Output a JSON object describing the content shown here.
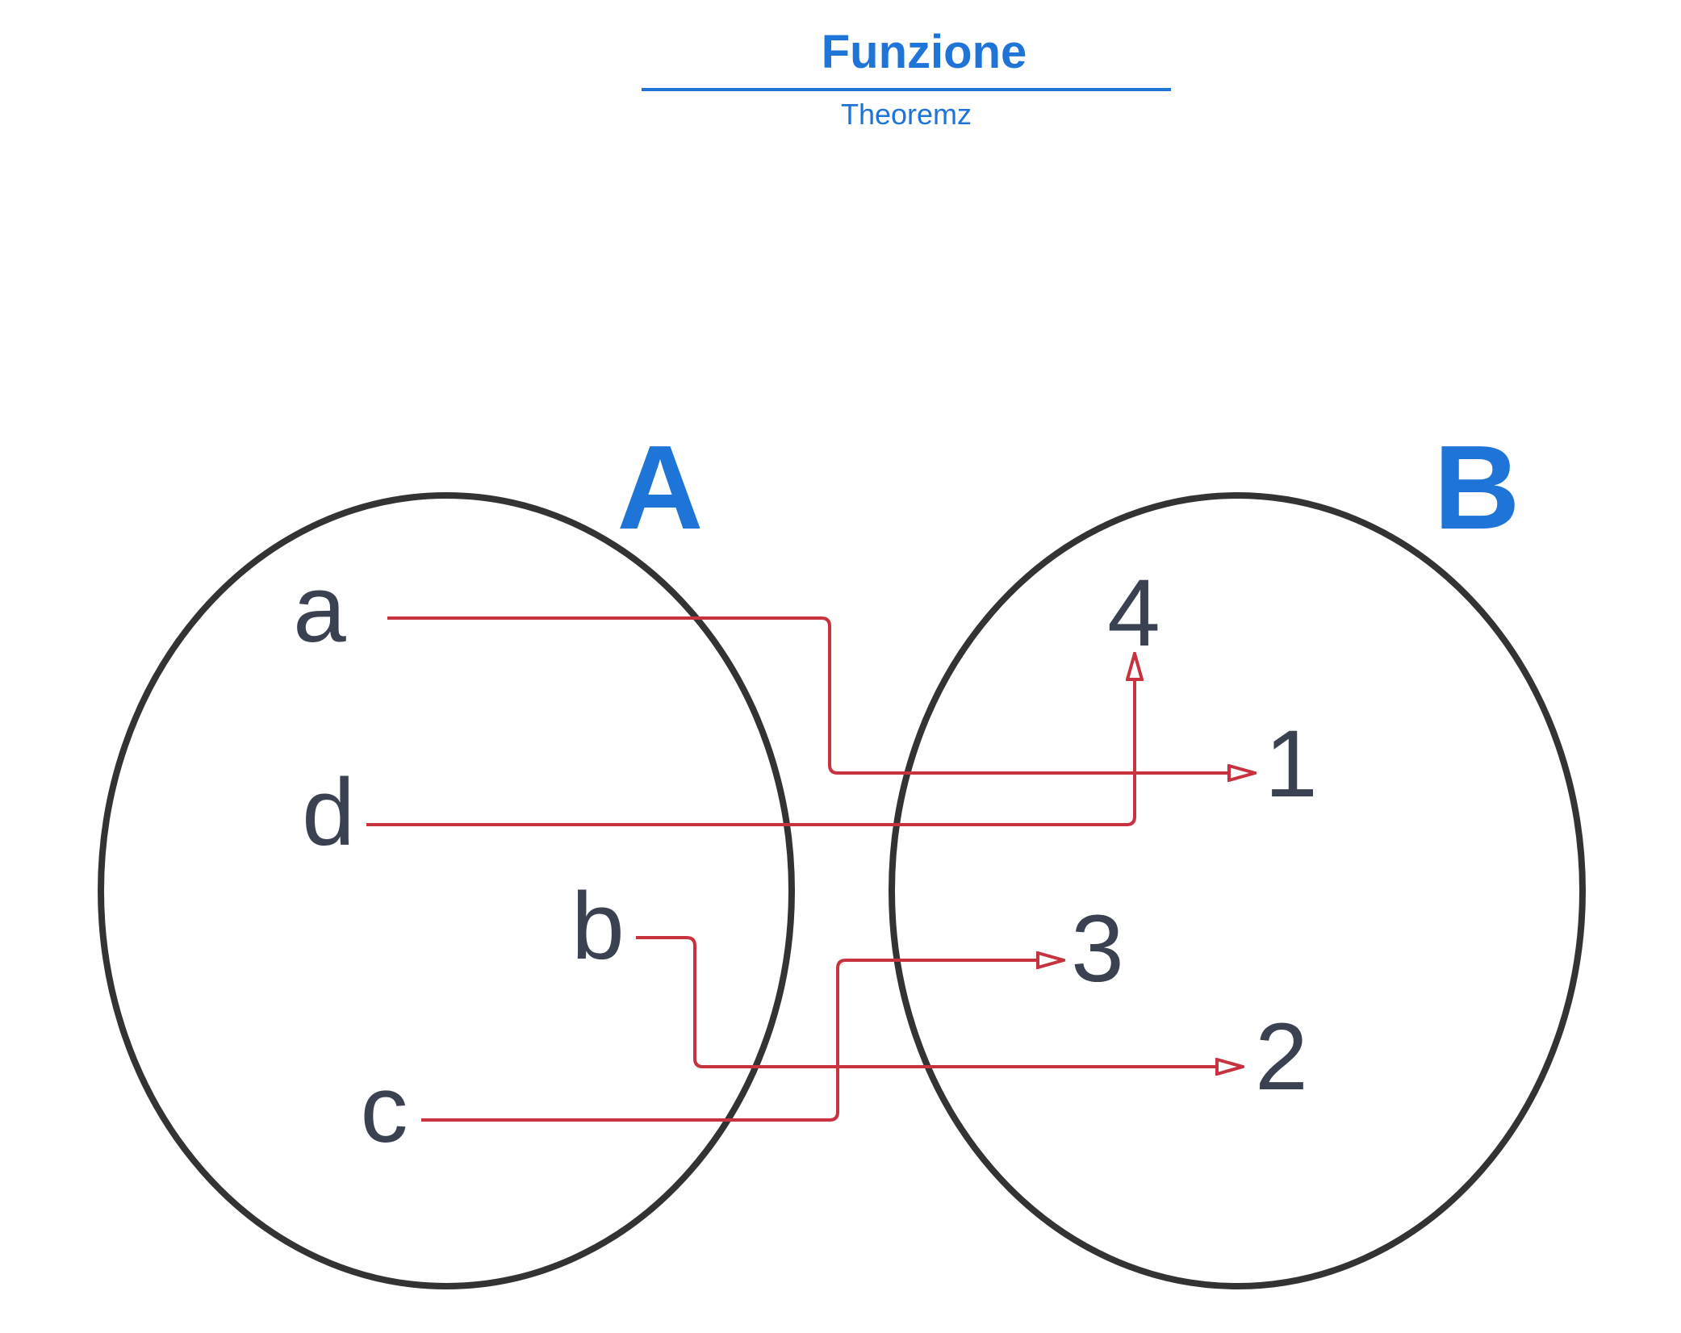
{
  "header": {
    "title": "Funzione",
    "subtitle": "Theoremz"
  },
  "colors": {
    "accent": "#1f74d8",
    "outline": "#333333",
    "text": "#3a4150",
    "arrow": "#c8323e"
  },
  "sets": [
    {
      "id": "A",
      "label": "A"
    },
    {
      "id": "B",
      "label": "B"
    }
  ],
  "domain_elements": [
    "a",
    "d",
    "b",
    "c"
  ],
  "codomain_elements": [
    "4",
    "1",
    "3",
    "2"
  ],
  "mappings": [
    {
      "from": "a",
      "to": "1"
    },
    {
      "from": "d",
      "to": "4"
    },
    {
      "from": "b",
      "to": "2"
    },
    {
      "from": "c",
      "to": "3"
    }
  ]
}
